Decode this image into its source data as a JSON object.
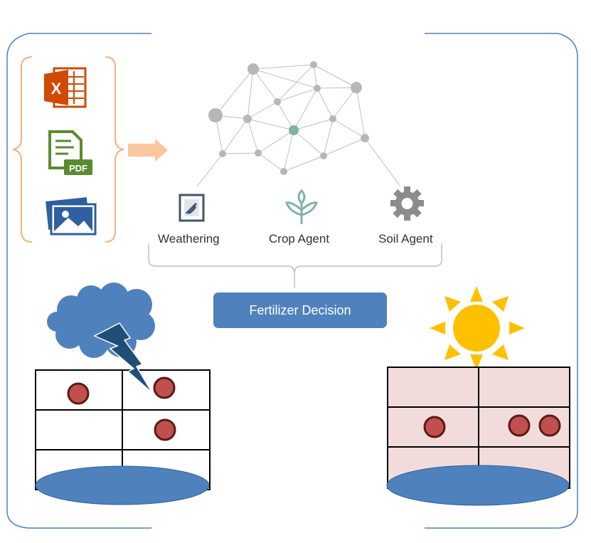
{
  "labels": {
    "weathering": "Weathering",
    "crop_agent": "Crop Agent",
    "soil_agent": "Soil Agent",
    "fertilizer_decision": "Fertilizer Decision",
    "excel_letter": "X",
    "pdf_badge": "PDF"
  },
  "colors": {
    "frame": "#4f81bd",
    "orange_brace": "#f4b183",
    "arrow": "#fbc6a0",
    "network_node": "#b7b7b7",
    "network_center": "#7fb3a8",
    "button": "#4f81bd",
    "cloud": "#4f81bd",
    "lightning": "#1f4e79",
    "sun": "#ffc000",
    "cell_dot": "#c0504d",
    "left_bin_fill": "#ffffff",
    "right_bin_fill": "#f2dcdb",
    "bin_base": "#4f81bd",
    "excel_icon": "#d04a02",
    "pdf_icon": "#5b8a2f",
    "image_icon": "#2e5f9e"
  },
  "icons": [
    "excel-icon",
    "pdf-icon",
    "image-icon",
    "arrow-icon",
    "weathering-icon",
    "plant-icon",
    "gear-icon",
    "cloud-icon",
    "lightning-icon",
    "sun-icon"
  ]
}
